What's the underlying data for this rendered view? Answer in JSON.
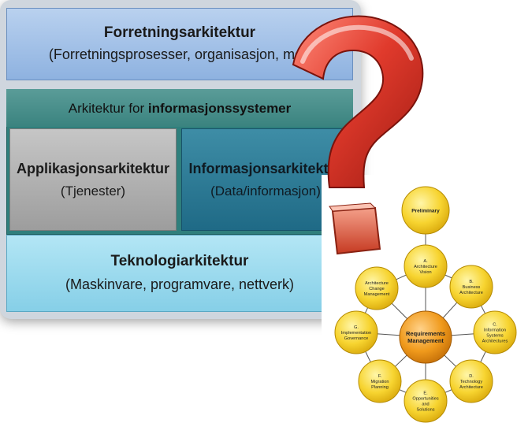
{
  "business": {
    "title": "Forretningsarkitektur",
    "subtitle": "(Forretningsprosesser, organisasjon, men"
  },
  "information_systems": {
    "header_prefix": "Arkitektur for ",
    "header_bold": "informasjonssystemer",
    "application": {
      "title": "Applikasjonsarkitektur",
      "subtitle": "(Tjenester)"
    },
    "data": {
      "title": "Informasjonsarkitektur",
      "subtitle": "(Data/informasjon)"
    }
  },
  "technology": {
    "title": "Teknologiarkitektur",
    "subtitle": "(Maskinvare, programvare, nettverk)"
  },
  "question_mark": {
    "glyph": "?",
    "color": "#d9342b"
  },
  "togaf_adm": {
    "center": [
      "Requirements",
      "Management"
    ],
    "preliminary": "Preliminary",
    "phases": [
      {
        "id": "a",
        "lines": [
          "A.",
          "Architecture",
          "Vision"
        ]
      },
      {
        "id": "b",
        "lines": [
          "B.",
          "Business",
          "Architecture"
        ]
      },
      {
        "id": "c",
        "lines": [
          "C.",
          "Information",
          "Systems",
          "Architectures"
        ]
      },
      {
        "id": "d",
        "lines": [
          "D.",
          "Technology",
          "Architecture"
        ]
      },
      {
        "id": "e",
        "lines": [
          "E.",
          "Opportunities",
          "and",
          "Solutions"
        ]
      },
      {
        "id": "f",
        "lines": [
          "F.",
          "Migration",
          "Planning"
        ]
      },
      {
        "id": "g",
        "lines": [
          "G.",
          "Implementation",
          "Governance"
        ]
      },
      {
        "id": "h",
        "lines": [
          "Architecture",
          "Change",
          "Management"
        ]
      }
    ],
    "node_color": "#f7d430",
    "center_color": "#f09a1c"
  }
}
